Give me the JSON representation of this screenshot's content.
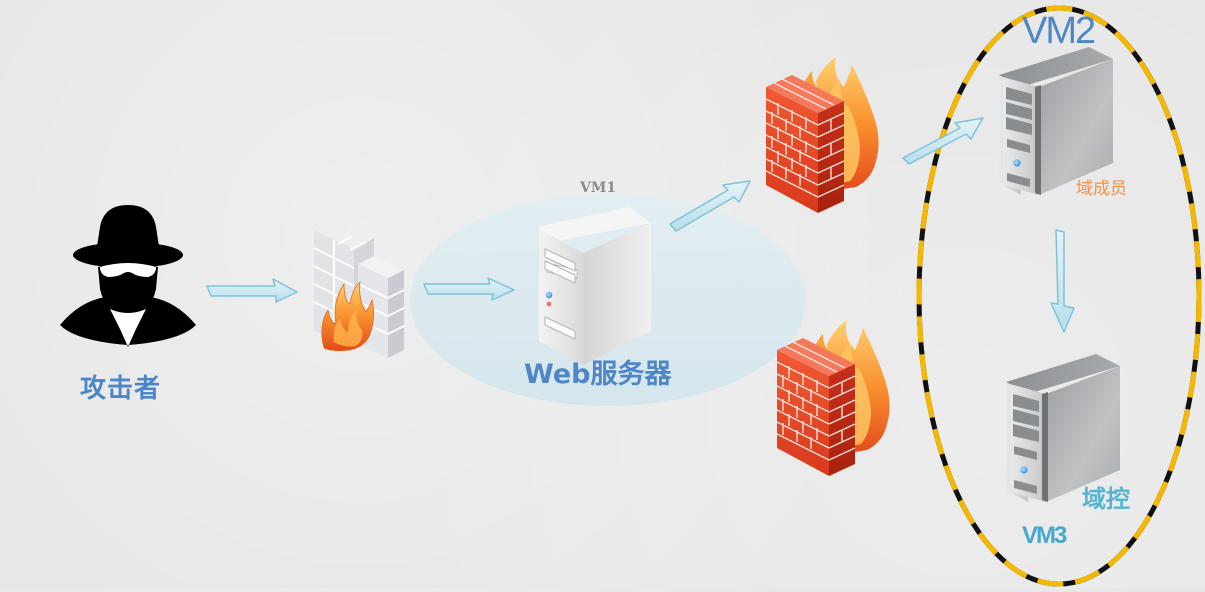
{
  "diagram": {
    "title": "Network attack path diagram",
    "nodes": [
      {
        "id": "attacker",
        "label": "攻击者",
        "type": "attacker",
        "color": "#4d86c8"
      },
      {
        "id": "firewall-1",
        "label": "",
        "type": "firewall",
        "style": "grey-wall-with-flame"
      },
      {
        "id": "vm1",
        "label": "Web服务器",
        "zone_label": "VM1",
        "type": "server",
        "color": "#4f86c6"
      },
      {
        "id": "firewall-2",
        "label": "",
        "type": "firewall",
        "style": "red-brick-with-flame"
      },
      {
        "id": "firewall-3",
        "label": "",
        "type": "firewall",
        "style": "red-brick-with-flame"
      },
      {
        "id": "vm2",
        "label": "域成员",
        "zone_label": "VM2",
        "type": "server",
        "color": "#f0924e"
      },
      {
        "id": "vm3",
        "label": "域控",
        "zone_label": "VM3",
        "type": "server",
        "color": "#55b4d0"
      }
    ],
    "edges": [
      {
        "from": "attacker",
        "to": "firewall-1"
      },
      {
        "from": "firewall-1",
        "to": "vm1"
      },
      {
        "from": "vm1",
        "to": "firewall-2"
      },
      {
        "from": "firewall-2",
        "to": "vm2"
      },
      {
        "from": "vm2",
        "to": "vm3"
      }
    ],
    "groups": [
      {
        "id": "vm1-zone",
        "contains": [
          "vm1"
        ],
        "style": "light-blue-ellipse"
      },
      {
        "id": "domain-zone",
        "contains": [
          "vm2",
          "vm3"
        ],
        "style": "yellow-black-dashed-ellipse"
      }
    ]
  },
  "labels": {
    "attacker": "攻击者",
    "vm1": "VM1",
    "web_server": "Web服务器",
    "vm2": "VM2",
    "domain_member": "域成员",
    "domain_controller": "域控",
    "vm3": "VM3"
  },
  "colors": {
    "background": "#e6e6e6",
    "arrow_fill": "#cbe7f0",
    "arrow_stroke": "#7cc3da",
    "zone_fill": "#dbe9ee",
    "dash_yellow": "#f5b800",
    "dash_black": "#111111",
    "label_blue": "#4f86c6",
    "label_orange": "#f0924e",
    "label_cyan": "#55b4d0"
  }
}
